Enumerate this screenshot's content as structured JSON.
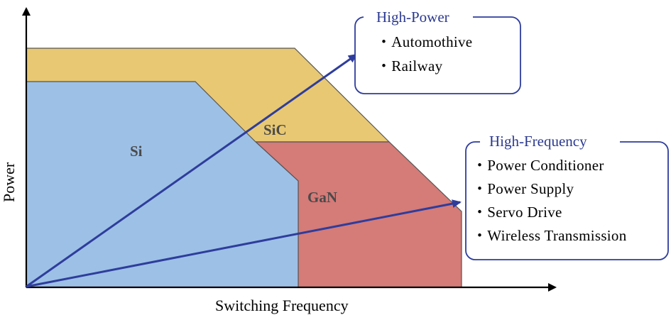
{
  "axes": {
    "x_label": "Switching Frequency",
    "y_label": "Power"
  },
  "regions": {
    "si": {
      "label": "Si",
      "color": "#9dc0e6"
    },
    "sic": {
      "label": "SiC",
      "color": "#e8c872"
    },
    "gan": {
      "label": "GaN",
      "color": "#d57b78"
    }
  },
  "callouts": {
    "high_power": {
      "title": "High-Power",
      "items": [
        "・Automothive",
        "・Railway"
      ]
    },
    "high_frequency": {
      "title": "High-Frequency",
      "items": [
        "・Power Conditioner",
        "・Power Supply",
        "・Servo Drive",
        "・Wireless Transmission"
      ]
    }
  },
  "colors": {
    "arrow": "#2e3d9c",
    "callout_border": "#2e3d9c",
    "axis": "#000000"
  }
}
